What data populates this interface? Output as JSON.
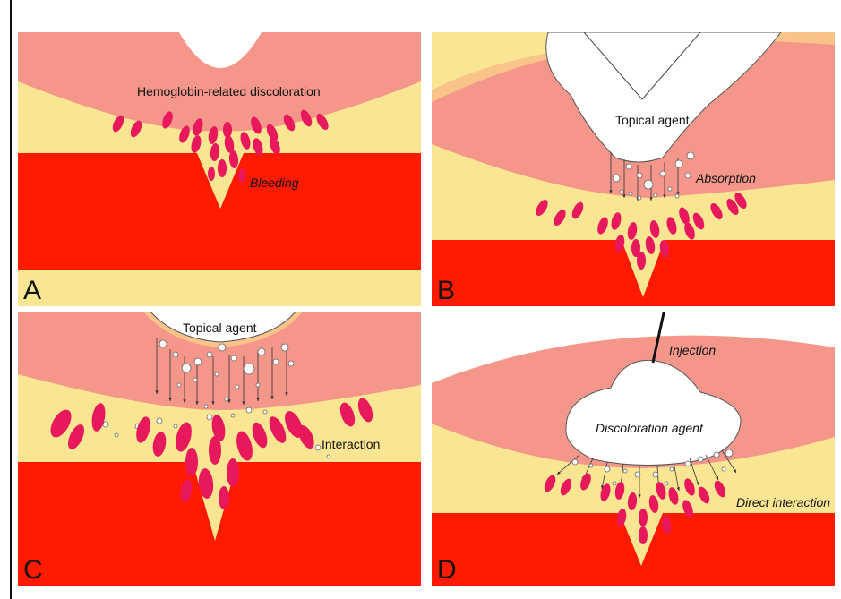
{
  "panels": {
    "a": {
      "letter": "A",
      "labels": {
        "discoloration": "Hemoglobin-related discoloration",
        "bleeding": "Bleeding"
      }
    },
    "b": {
      "letter": "B",
      "labels": {
        "agent": "Topical agent",
        "absorption": "Absorption"
      }
    },
    "c": {
      "letter": "C",
      "labels": {
        "agent": "Topical agent",
        "interaction": "Interaction"
      }
    },
    "d": {
      "letter": "D",
      "labels": {
        "injection": "Injection",
        "agent": "Discoloration agent",
        "direct": "Direct interaction"
      }
    }
  },
  "colors": {
    "skin_pink": "#f4978a",
    "fat_yellow": "#fae593",
    "vessel_red": "#ff1a00",
    "cell_magenta": "#e8185c",
    "orange_edge": "#f9c38a",
    "agent_white": "#ffffff"
  }
}
